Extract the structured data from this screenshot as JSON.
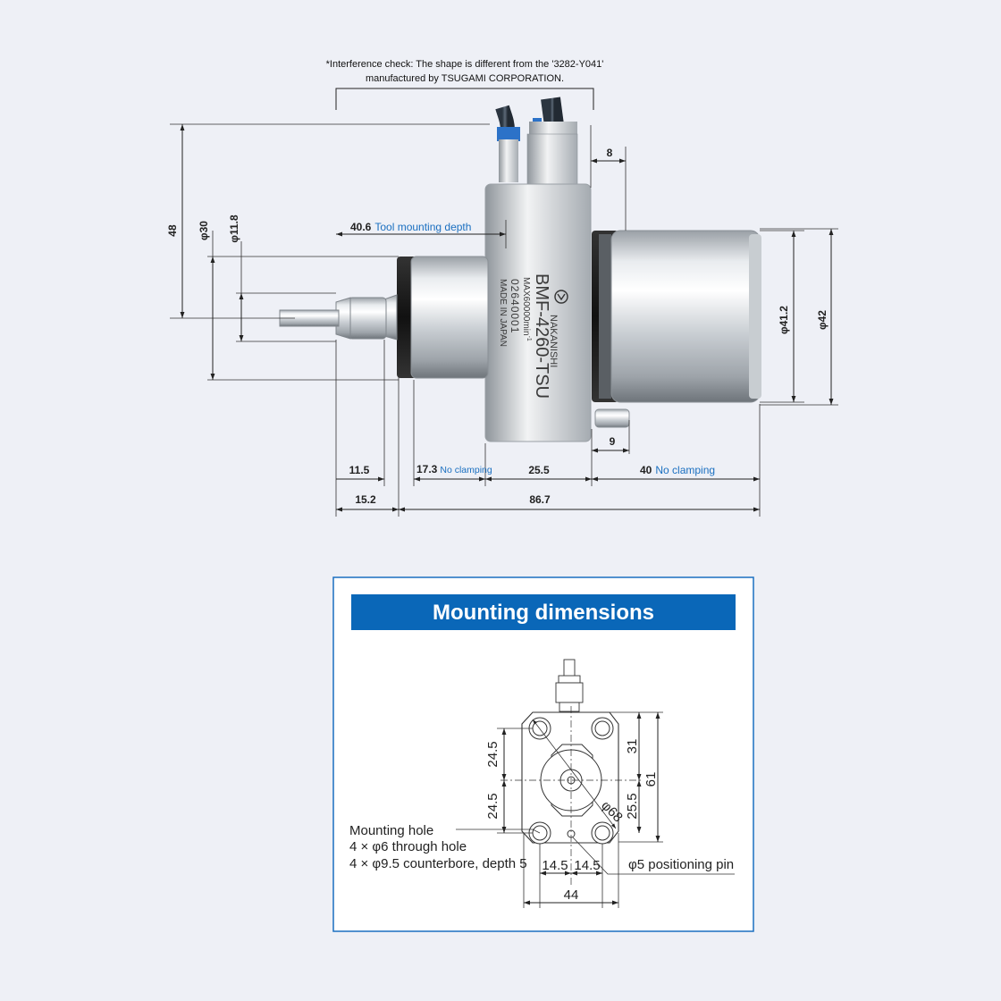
{
  "note": {
    "line1": "*Interference check: The shape is different from the '3282-Y041'",
    "line2": "manufactured by TSUGAMI CORPORATION."
  },
  "product": {
    "brand": "NAKANISHI",
    "model": "BMF-4260-TSU",
    "max_speed": "MAX60000min",
    "max_speed_sup": "-1",
    "serial": "02640001",
    "origin": "MADE IN JAPAN"
  },
  "dimensions": {
    "d48": "48",
    "d_phi30": "φ30",
    "d_phi11_8": "φ11.8",
    "d40_6": "40.6",
    "d40_6_note": "Tool mounting depth",
    "d8": "8",
    "d_phi41_2": "φ41.2",
    "d_phi42": "φ42",
    "d9": "9",
    "d11_5": "11.5",
    "d17_3": "17.3",
    "d17_3_note": "No clamping",
    "d25_5": "25.5",
    "d40": "40",
    "d40_note": "No clamping",
    "d15_2": "15.2",
    "d86_7": "86.7"
  },
  "mounting": {
    "title": "Mounting dimensions",
    "d24_5_top": "24.5",
    "d24_5_bottom": "24.5",
    "d31": "31",
    "d61": "61",
    "d25_5": "25.5",
    "d_phi68": "φ68",
    "d14_5_left": "14.5",
    "d14_5_right": "14.5",
    "d44": "44",
    "hole_label_1": "Mounting hole",
    "hole_label_2": "4 × φ6 through hole",
    "hole_label_3": "4 × φ9.5 counterbore, depth 5",
    "pin_label": "φ5 positioning pin"
  },
  "colors": {
    "background": "#eef0f6",
    "panel_border": "#1a6fc0",
    "panel_title_bg": "#0a67b8",
    "accent_text": "#1a6fc0"
  }
}
